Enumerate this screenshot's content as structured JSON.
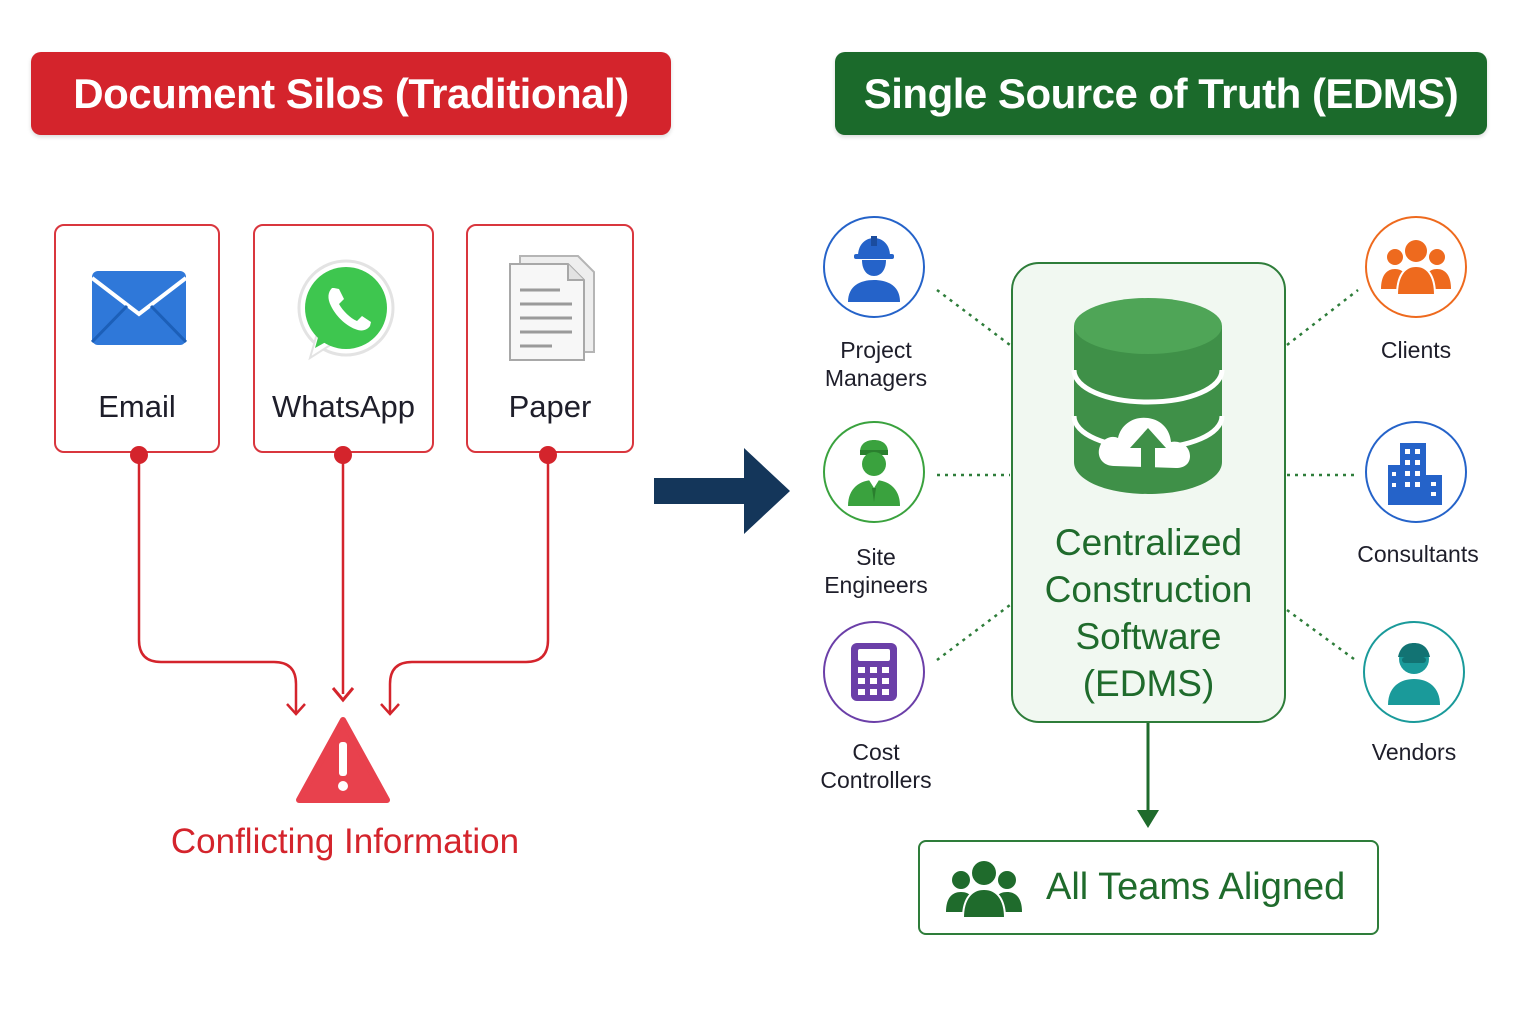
{
  "left_banner": {
    "title": "Document Silos (Traditional)",
    "color": "#d4242c"
  },
  "right_banner": {
    "title": "Single Source of Truth (EDMS)",
    "color": "#1b6a2b"
  },
  "sources": [
    {
      "label": "Email",
      "icon": "envelope-icon"
    },
    {
      "label": "WhatsApp",
      "icon": "whatsapp-icon"
    },
    {
      "label": "Paper",
      "icon": "paper-document-icon"
    }
  ],
  "conflict": {
    "label": "Conflicting Information",
    "icon": "warning-icon"
  },
  "center": {
    "lines": [
      "Centralized",
      "Construction",
      "Software",
      "(EDMS)"
    ],
    "icon": "database-cloud-upload-icon"
  },
  "roles_left": [
    {
      "line1": "Project",
      "line2": "Managers",
      "color": "#2563c9",
      "icon": "hard-hat-worker-icon"
    },
    {
      "line1": "Site",
      "line2": "Engineers",
      "color": "#3aa23e",
      "icon": "engineer-icon"
    },
    {
      "line1": "Cost",
      "line2": "Controllers",
      "color": "#6b3fa8",
      "icon": "calculator-icon"
    }
  ],
  "roles_right": [
    {
      "line1": "Clients",
      "color": "#ee6a1e",
      "icon": "group-icon"
    },
    {
      "line1": "Consultants",
      "color": "#2563c9",
      "icon": "building-icon"
    },
    {
      "line1": "Vendors",
      "color": "#1a9a9a",
      "icon": "vendor-person-icon"
    }
  ],
  "aligned": {
    "label": "All Teams Aligned",
    "icon": "team-icon"
  },
  "colors": {
    "red": "#d4242c",
    "green": "#1f6b2c",
    "navy": "#14365a"
  }
}
